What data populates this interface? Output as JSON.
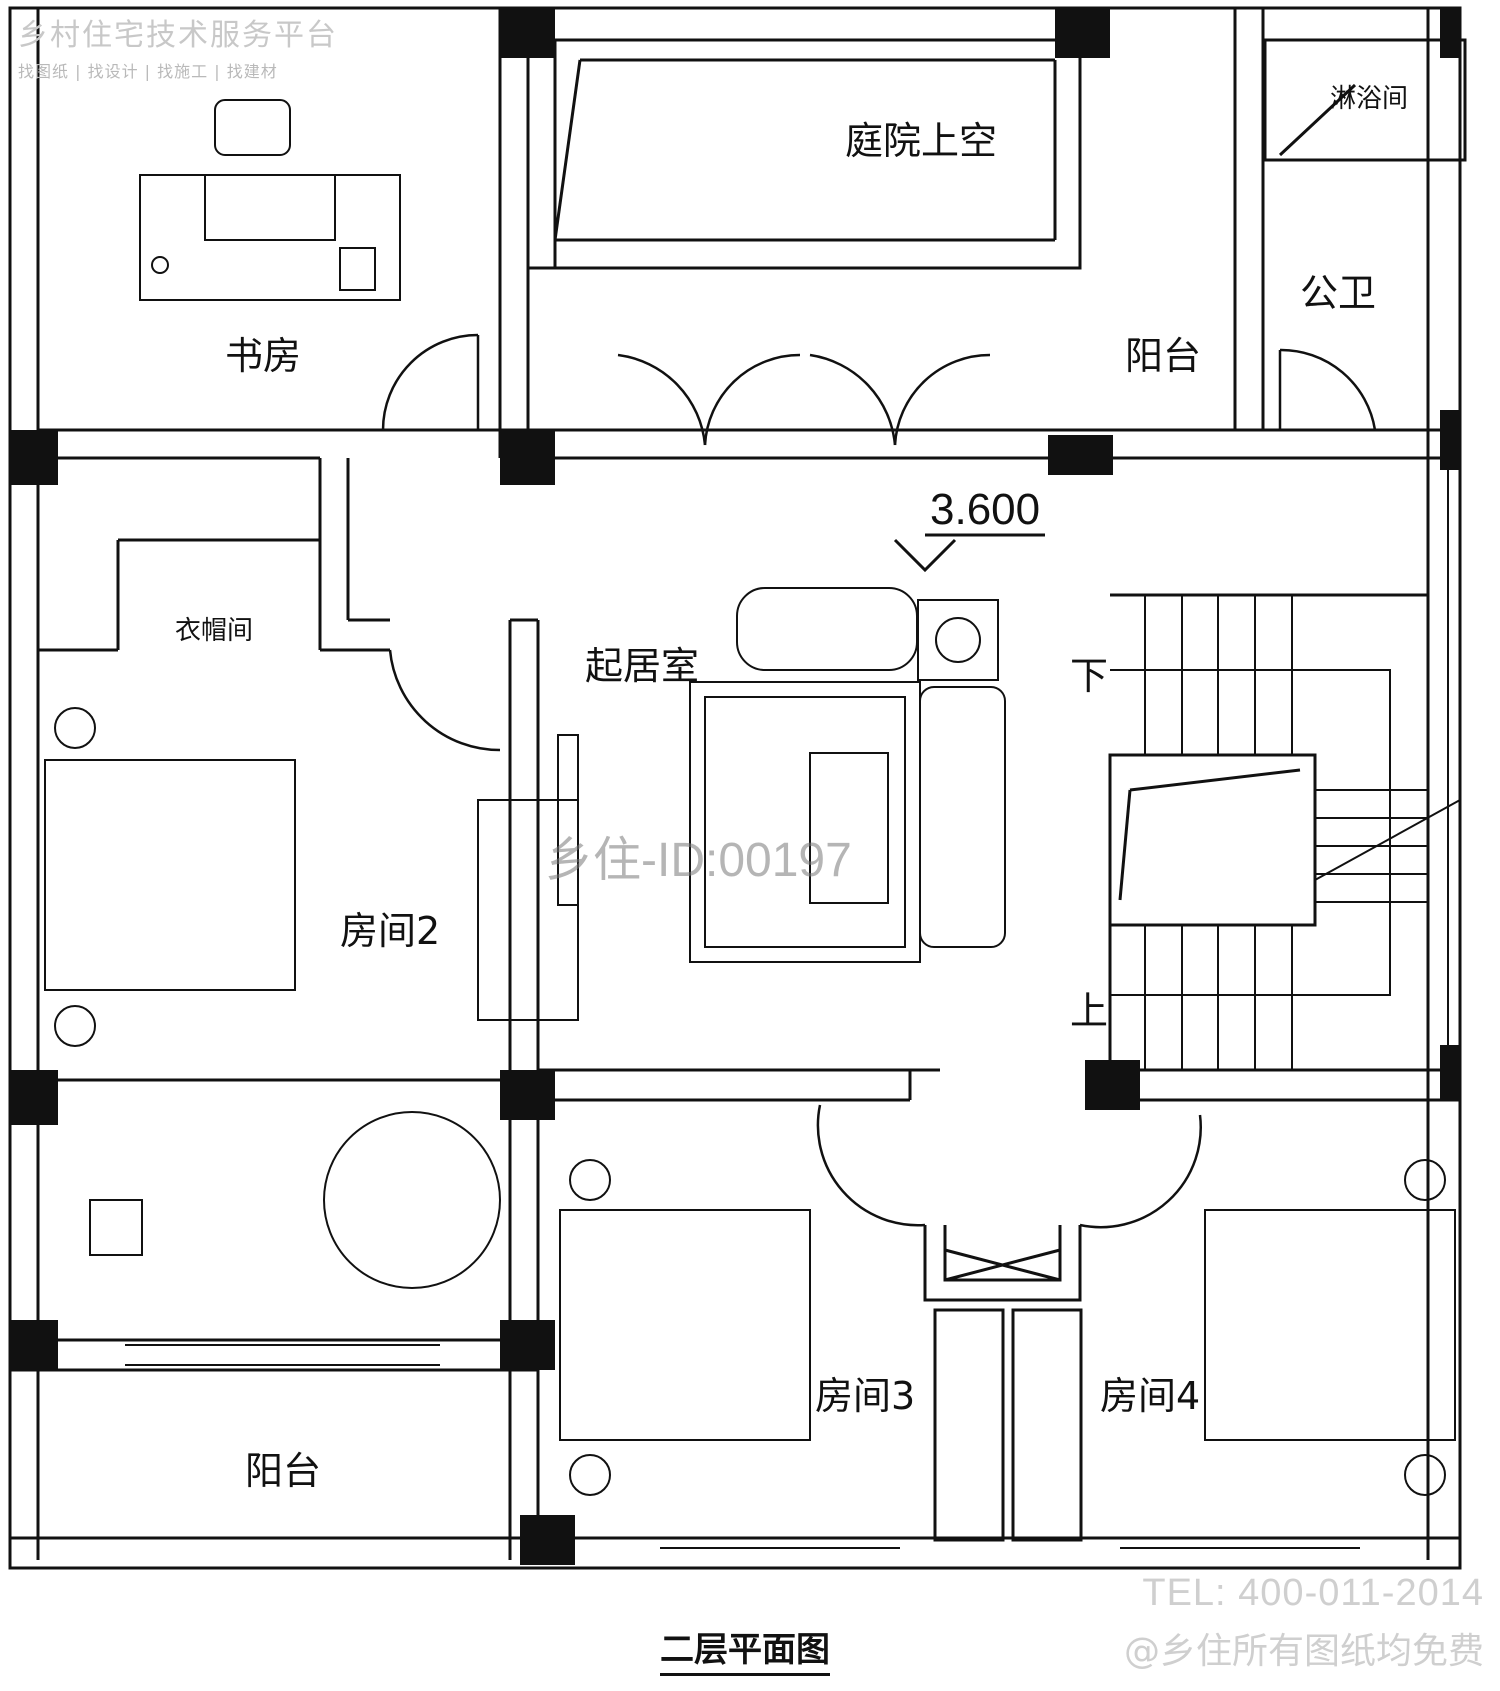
{
  "watermark": {
    "platform": "乡村住宅技术服务平台",
    "services": "找图纸 | 找设计 | 找施工 | 找建材",
    "id_mark": "乡住-ID:00197"
  },
  "rooms": {
    "study": "书房",
    "courtyard_void": "庭院上空",
    "shower": "淋浴间",
    "public_wc": "公卫",
    "balcony_top": "阳台",
    "living": "起居室",
    "cloakroom": "衣帽间",
    "room2": "房间2",
    "room3": "房间3",
    "room4": "房间4",
    "balcony_bottom": "阳台"
  },
  "elevation": "3.600",
  "stairs": {
    "down": "下",
    "up": "上"
  },
  "drawing_title": "二层平面图",
  "footer": {
    "tel": "TEL: 400-011-2014",
    "free_note": "@乡住所有图纸均免费"
  }
}
